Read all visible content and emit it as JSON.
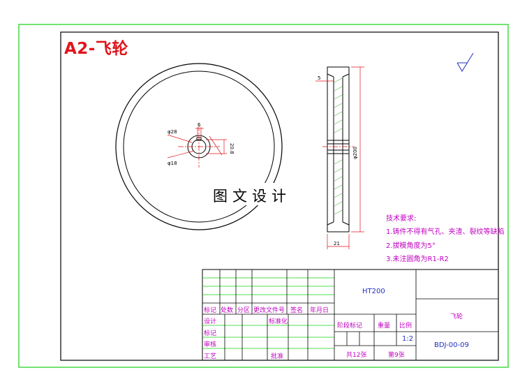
{
  "sheet_title": "A2-飞轮",
  "watermark": "图文设计",
  "dimensions": {
    "d28": "φ28",
    "d18": "φ18",
    "d6": "6",
    "d20_8": "20.8",
    "d200": "φ200",
    "w5": "5",
    "w21": "21"
  },
  "tech_requirements": {
    "heading": "技术要求:",
    "items": [
      "1.铸件不得有气孔、夹渣、裂纹等缺陷",
      "2.拔模角度为5°",
      "3.未注圆角为R1-R2"
    ]
  },
  "title_block": {
    "headers": [
      "标记",
      "处数",
      "分区",
      "更改文件号",
      "签名",
      "年月日"
    ],
    "rows": [
      "设计",
      "标记",
      "审核",
      "工艺"
    ],
    "standardize": "标准化",
    "approve": "批准",
    "material": "HT200",
    "stage_mark": "阶段标记",
    "weight": "重量",
    "scale_label": "比例",
    "scale": "1:2",
    "total_sheets": "共12张",
    "sheet_no": "第9张",
    "part_name": "飞轮",
    "drawing_no": "BDJ-00-09"
  },
  "colors": {
    "frame_green": "#14d214",
    "title_red": "#e0141c",
    "annotation_magenta": "#c000c0",
    "dimension_red": "#e0141c",
    "text_blue": "#2030c0"
  },
  "icons": [
    "surface-roughness-icon"
  ]
}
